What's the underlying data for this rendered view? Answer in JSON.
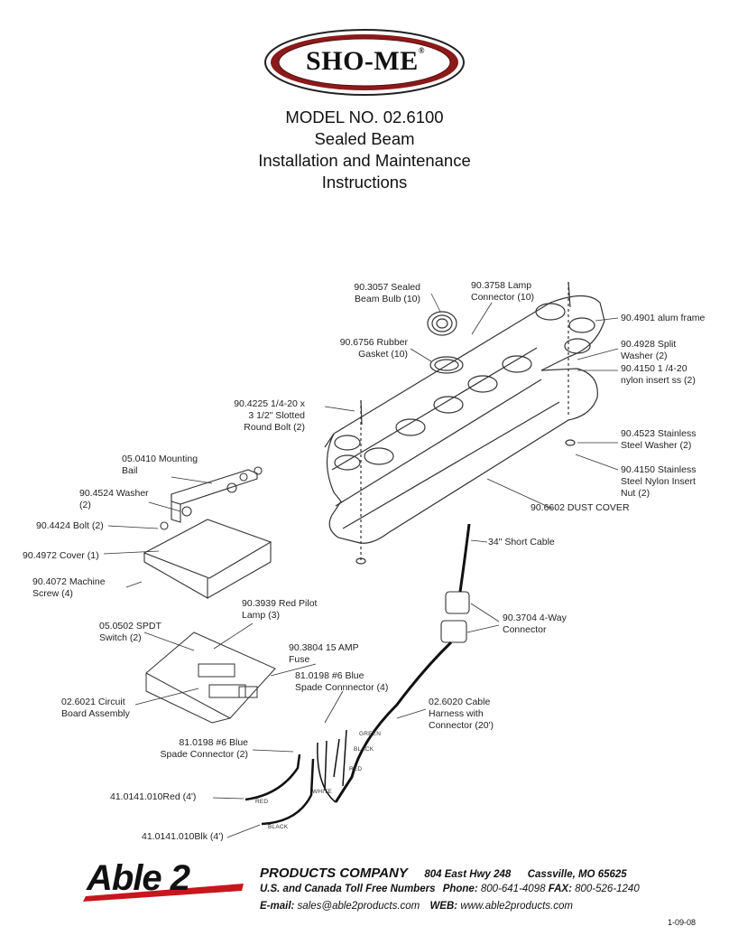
{
  "brand": {
    "name": "SHO-ME",
    "registered": "®"
  },
  "title": {
    "line1": "MODEL NO. 02.6100",
    "line2": "Sealed Beam",
    "line3": "Installation and Maintenance",
    "line4": "Instructions"
  },
  "parts": {
    "bulb": "90.3057 Sealed\nBeam Bulb (10)",
    "lamp_connector": "90.3758 Lamp\nConnector (10)",
    "alum_frame": "90.4901 alum frame",
    "gasket": "90.6756 Rubber\nGasket (10)",
    "split_washer": "90.4928 Split\nWasher (2)",
    "nylon_insert": "90.4150 1 /4-20\nnylon insert ss (2)",
    "round_bolt": "90.4225 1/4-20 x\n3 1/2\" Slotted\nRound Bolt (2)",
    "stainless_washer": "90.4523 Stainless\nSteel Washer (2)",
    "stainless_nut": "90.4150 Stainless\nSteel Nylon Insert\nNut (2)",
    "mounting_bail": "05.0410 Mounting\nBail",
    "washer": "90.4524 Washer\n(2)",
    "dust_cover": "90.6602 DUST COVER",
    "bolt": "90.4424 Bolt (2)",
    "short_cable": "34\" Short Cable",
    "cover": "90.4972 Cover (1)",
    "machine_screw": "90.4072 Machine\nScrew (4)",
    "pilot_lamp": "90.3939 Red Pilot\nLamp (3)",
    "four_way": "90.3704 4-Way\nConnector",
    "spdt": "05.0502 SPDT\nSwitch (2)",
    "fuse": "90.3804 15 AMP\nFuse",
    "spade_4": "81.0198 #6 Blue\nSpade Connnector (4)",
    "circuit_board": "02.6021 Circuit\nBoard Assembly",
    "cable_harness": "02.6020 Cable\nHarness with\nConnector (20')",
    "spade_2": "81.0198 #6 Blue\nSpade Connector (2)",
    "red_wire": "41.0141.010Red (4')",
    "blk_wire": "41.0141.010Blk (4')"
  },
  "wire_labels": {
    "green": "GREEN",
    "black": "BLACK",
    "red": "RED",
    "white": "WHITE",
    "red2": "RED",
    "black2": "BLACK"
  },
  "footer": {
    "logo": "Able 2",
    "company": "PRODUCTS COMPANY",
    "address": "804 East Hwy 248",
    "city": "Cassville, MO 65625",
    "tollfree_label": "U.S. and Canada Toll Free Numbers",
    "phone_label": "Phone:",
    "phone": "800-641-4098",
    "fax_label": "FAX:",
    "fax": "800-526-1240",
    "email_label": "E-mail:",
    "email": "sales@able2products.com",
    "web_label": "WEB:",
    "web": "www.able2products.com",
    "date": "1-09-08"
  }
}
